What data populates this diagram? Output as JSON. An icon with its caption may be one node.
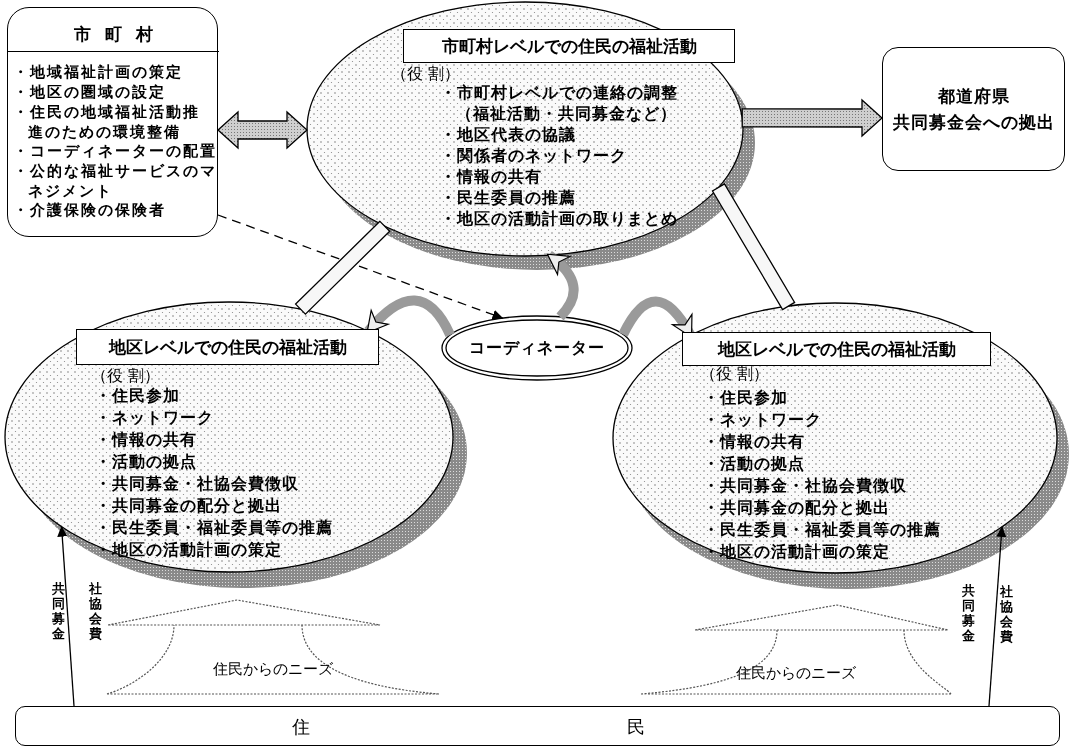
{
  "diagram": {
    "nodes": [
      {
        "text": [
          "市町村",
          "・地域福祉計画の策定",
          "・地区の圏域の設定",
          "・住民の地域福祉活動推進のための環境整備",
          "・コーディネーターの配置",
          "・公的な福祉サービスのマネジメント",
          "・介護保険の保険者"
        ]
      },
      {
        "text": [
          "市町村レベルでの住民の福祉活動",
          "（役 割）",
          "・市町村レベルでの連絡の調整（福祉活動・共同募金など）",
          "・地区代表の協議",
          "・関係者のネットワーク",
          "・情報の共有",
          "・民生委員の推薦",
          "・地区の活動計画の取りまとめ"
        ]
      },
      {
        "text": [
          "都道府県",
          "共同募金会への拠出"
        ]
      },
      {
        "text": [
          "地区レベルでの住民の福祉活動",
          "（役 割）",
          "・住民参加",
          "・ネットワーク",
          "・情報の共有",
          "・活動の拠点",
          "・共同募金・社協会費徴収",
          "・共同募金の配分と拠出",
          "・民生委員・福祉委員等の推薦",
          "・地区の活動計画の策定"
        ]
      },
      {
        "text": [
          "コーディネーター"
        ]
      },
      {
        "text": [
          "地区レベルでの住民の福祉活動",
          "（役 割）",
          "・住民参加",
          "・ネットワーク",
          "・情報の共有",
          "・活動の拠点",
          "・共同募金・社協会費徴収",
          "・共同募金の配分と拠出",
          "・民生委員・福祉委員等の推薦",
          "・地区の活動計画の策定"
        ]
      },
      {
        "text": [
          "住民"
        ]
      },
      {
        "text": [
          "住民からのニーズ"
        ]
      },
      {
        "text": [
          "住民からのニーズ"
        ]
      }
    ],
    "edges": [
      {
        "from": 0,
        "to": 1,
        "arrow": "both"
      },
      {
        "from": 1,
        "to": 2,
        "arrow": "to"
      },
      {
        "from": 0,
        "to": 4,
        "arrow": "to",
        "style": "dashed"
      },
      {
        "from": 1,
        "to": 3,
        "arrow": "none"
      },
      {
        "from": 1,
        "to": 5,
        "arrow": "none"
      },
      {
        "from": 4,
        "to": 1,
        "arrow": "to",
        "style": "thick",
        "color": "#9a9a9a"
      },
      {
        "from": 4,
        "to": 3,
        "arrow": "to",
        "style": "thick",
        "color": "#9a9a9a"
      },
      {
        "from": 4,
        "to": 5,
        "arrow": "to",
        "style": "thick",
        "color": "#9a9a9a"
      },
      {
        "from": 6,
        "to": 3,
        "arrow": "to"
      },
      {
        "from": 6,
        "to": 5,
        "arrow": "to"
      }
    ],
    "labels": [
      "共同募金",
      "社協会費",
      "共同募金",
      "社協会費"
    ]
  }
}
